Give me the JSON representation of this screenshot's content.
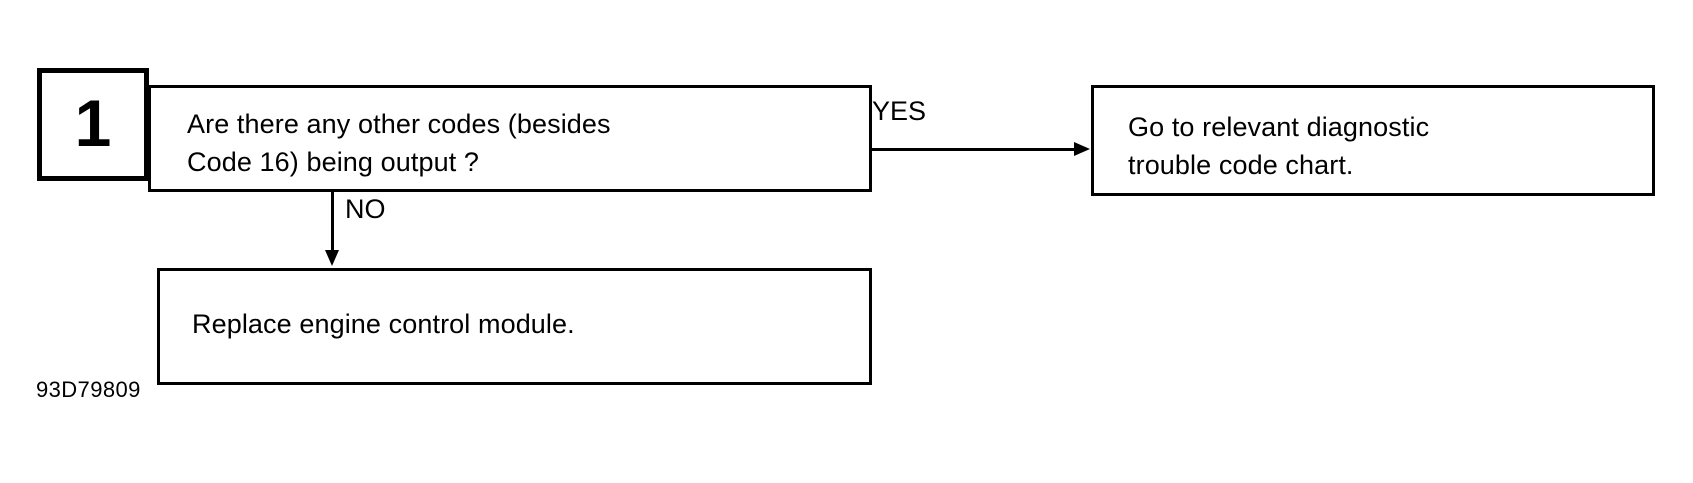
{
  "figure": {
    "caption": "93D79809"
  },
  "step": {
    "number": "1"
  },
  "nodes": {
    "question": {
      "text": "Are there any other codes (besides\nCode 16) being output ?"
    },
    "yes_result": {
      "text": "Go to relevant diagnostic\ntrouble code chart."
    },
    "no_action": {
      "text": "Replace engine control module."
    }
  },
  "edges": {
    "yes": {
      "label": "YES"
    },
    "no": {
      "label": "NO"
    }
  },
  "style": {
    "ink": "#000000",
    "paper": "#ffffff"
  }
}
